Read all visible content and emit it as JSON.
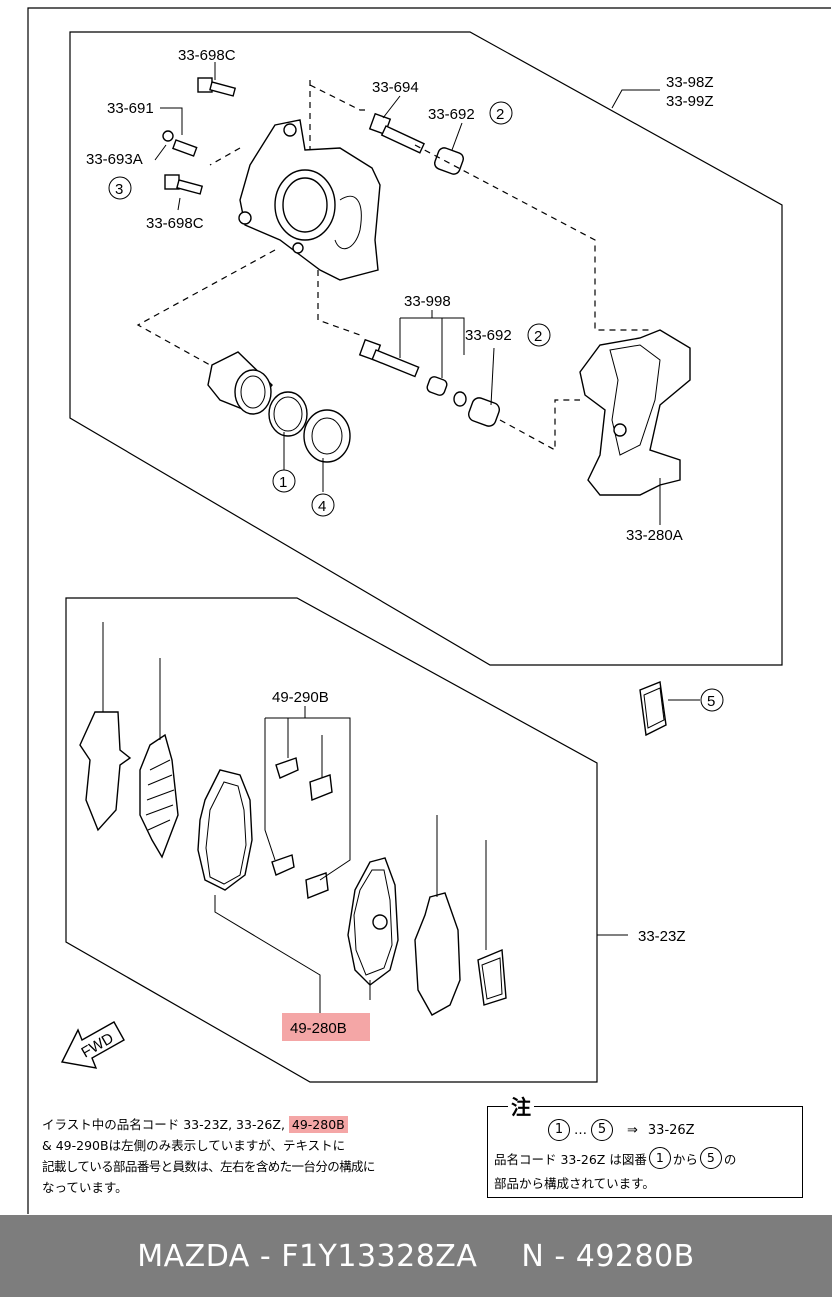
{
  "labels": {
    "l_33_698C_top": "33-698C",
    "l_33_691": "33-691",
    "l_33_693A": "33-693A",
    "l_3": "3",
    "l_33_698C_bot": "33-698C",
    "l_33_694": "33-694",
    "l_33_692_top": "33-692",
    "l_2_top": "2",
    "l_33_98Z": "33-98Z",
    "l_33_99Z": "33-99Z",
    "l_33_998": "33-998",
    "l_33_692_mid": "33-692",
    "l_2_mid": "2",
    "l_1": "1",
    "l_4": "4",
    "l_33_280A": "33-280A",
    "l_5": "5",
    "l_49_290B": "49-290B",
    "l_33_23Z": "33-23Z",
    "l_49_280B": "49-280B",
    "fwd": "FWD"
  },
  "note_text": {
    "line1_prefix": "イラスト中の品名コード  33-23Z, 33-26Z, ",
    "line1_highlight": "49-280B",
    "line2": "& 49-290Bは左側のみ表示していますが、テキストに",
    "line3": "記載している部品番号と員数は、左右を含めた一台分の構成に",
    "line4": "なっています。"
  },
  "note_box": {
    "title": "注",
    "row1_a": "1",
    "row1_dots": "…",
    "row1_b": "5",
    "row1_arrow": "⇒",
    "row1_code": "33-26Z",
    "row2_prefix": "品名コード  33-26Z  は図番",
    "row2_a": "1",
    "row2_mid": "から",
    "row2_b": "5",
    "row2_suffix": "の",
    "row3": "部品から構成されています。"
  },
  "footer": {
    "left": "MAZDA - F1Y13328ZA",
    "right": "N - 49280B"
  },
  "colors": {
    "highlight": "#f4a6a6",
    "footer_bg": "#7d7d7d"
  }
}
